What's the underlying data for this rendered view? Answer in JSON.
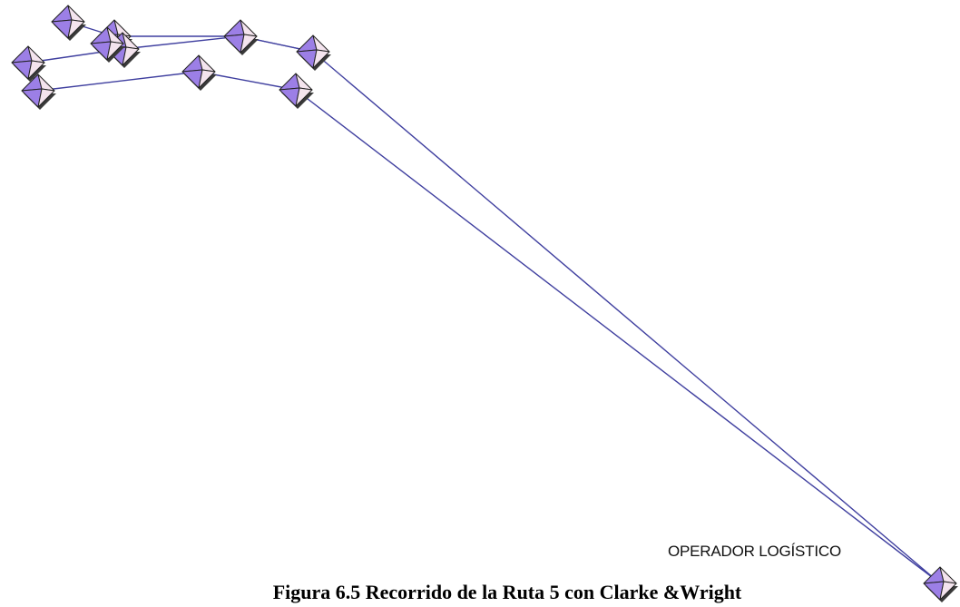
{
  "diagram": {
    "depot_label": "OPERADOR LOGÍSTICO",
    "caption": "Figura 6.5 Recorrido de la Ruta 5 con Clarke &Wright",
    "colors": {
      "route_line": "#3f3f9f",
      "marker_face": "#9c7fe6",
      "marker_light": "#f4e4ee",
      "marker_outline": "#222222"
    },
    "marker_icon": "pyramid-marker-icon",
    "markers": [
      "node",
      "node",
      "node",
      "node",
      "node",
      "node",
      "node",
      "node",
      "node",
      "node",
      "depot"
    ]
  }
}
